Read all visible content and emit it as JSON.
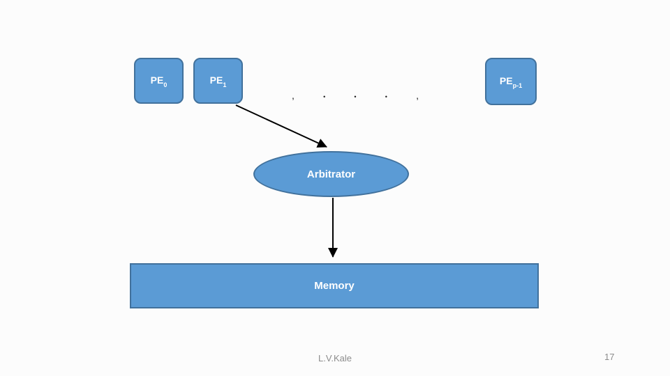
{
  "slide": {
    "footer": "L.V.Kale",
    "page_number": "17",
    "colors": {
      "background": "#fcfcfc",
      "shape_fill": "#5b9bd5",
      "shape_border": "#41719c",
      "shape_text": "#ffffff",
      "footer_text": "#8c8c8c",
      "arrow": "#000000"
    }
  },
  "diagram": {
    "pe_boxes": [
      {
        "main": "PE",
        "sub": "0"
      },
      {
        "main": "PE",
        "sub": "1"
      },
      {
        "main": "PE",
        "sub": "p-1"
      }
    ],
    "ellipsis": {
      "items": [
        ",",
        "•",
        "•",
        "•",
        ","
      ]
    },
    "arbitrator_label": "Arbitrator",
    "memory_label": "Memory"
  }
}
